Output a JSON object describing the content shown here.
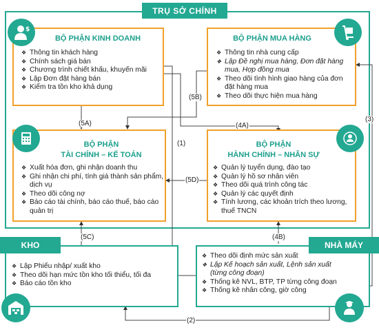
{
  "headquarters": {
    "title": "TRỤ SỞ CHÍNH"
  },
  "sales": {
    "title": "BỘ PHẬN KINH DOANH",
    "items": [
      "Thông tin khách hàng",
      "Chính sách giá bán",
      "Chương trình chiết khấu, khuyến mãi",
      "Lập Đơn đặt hàng bán",
      "Kiểm tra tồn kho khả dụng"
    ]
  },
  "purchasing": {
    "title": "BỘ PHẬN MUA HÀNG",
    "items": [
      "Thông tin nhà cung cấp",
      "Lập Đề nghị mua hàng, Đơn đặt hàng mua, Hợp đồng mua",
      "Theo dõi tình hình giao hàng của đơn đặt hàng mua",
      "Theo dõi thực hiện mua hàng"
    ]
  },
  "finance": {
    "title_line1": "BỘ PHẬN",
    "title_line2": "TÀI CHÍNH – KẾ TOÁN",
    "items": [
      "Xuất hóa đơn, ghi nhận doanh thu",
      "Ghi nhận chi phí, tính giá thành sản phẩm, dịch vụ",
      "Theo dõi công nợ",
      "Báo cáo tài chính, báo cáo thuế, báo cáo quản trị"
    ]
  },
  "hr": {
    "title_line1": "BỘ PHẬN",
    "title_line2": "HÀNH CHÍNH – NHÂN SỰ",
    "items": [
      "Quản lý tuyển dụng, đào tạo",
      "Quản lý hồ sơ nhân viên",
      "Theo dõi quá trình công tác",
      "Quản lý các quyết định",
      "Tính lương, các khoản trích theo lương, thuế TNCN"
    ]
  },
  "warehouse": {
    "title": "KHO",
    "items": [
      "Lập Phiếu nhập/ xuất kho",
      "Theo dõi hạn mức tồn kho tối thiểu, tối đa",
      "Báo cáo tồn kho"
    ]
  },
  "factory": {
    "title": "NHÀ MÁY",
    "items": [
      "Theo dõi định mức sản xuất",
      "Lập Kế hoạch sản xuất, Lệnh sản xuất (từng công đoạn)",
      "Thống kê NVL, BTP, TP từng công đoạn",
      "Thống kê nhân công, giờ công"
    ]
  },
  "flows": {
    "f1": "(1)",
    "f2": "(2)",
    "f3": "(3)",
    "f4a": "(4A)",
    "f4b": "(4B)",
    "f5a": "(5A)",
    "f5b": "(5B)",
    "f5c": "(5C)",
    "f5d": "(5D)"
  },
  "colors": {
    "primary": "#23a892",
    "accent": "#f0a02a"
  }
}
